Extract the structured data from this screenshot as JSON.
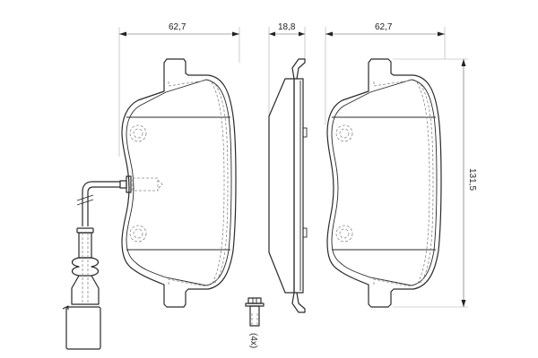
{
  "drawing": {
    "subject": "brake pad set technical drawing",
    "colors": {
      "line": "#2a2a2a",
      "hidden_line": "#8a8a8a",
      "background": "#ffffff"
    },
    "dimensions": {
      "left_pad_width": "62,7",
      "thickness": "18,8",
      "right_pad_width": "62,7",
      "height": "131,5"
    },
    "bolt_quantity": "(4x)",
    "views": [
      {
        "name": "left-pad-with-wear-sensor"
      },
      {
        "name": "side-profile"
      },
      {
        "name": "right-pad"
      },
      {
        "name": "mounting-bolt"
      }
    ]
  }
}
